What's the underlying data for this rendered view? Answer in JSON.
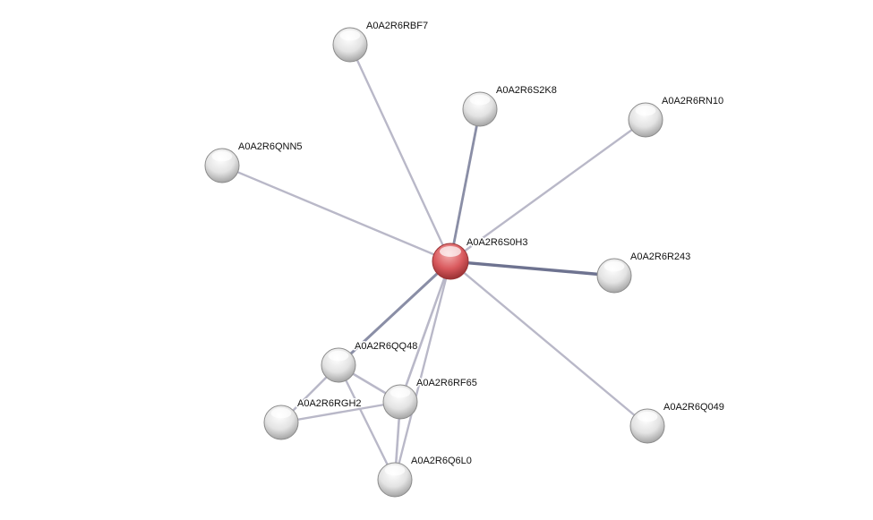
{
  "network": {
    "center_node": "A0A2R6S0H3",
    "nodes": [
      {
        "id": "A0A2R6S0H3",
        "label": "A0A2R6S0H3",
        "color": "#d9595d",
        "query": true
      },
      {
        "id": "A0A2R6RBF7",
        "label": "A0A2R6RBF7",
        "color": "#e6e6e6"
      },
      {
        "id": "A0A2R6S2K8",
        "label": "A0A2R6S2K8",
        "color": "#e6e6e6"
      },
      {
        "id": "A0A2R6RN10",
        "label": "A0A2R6RN10",
        "color": "#e6e6e6"
      },
      {
        "id": "A0A2R6QNN5",
        "label": "A0A2R6QNN5",
        "color": "#e6e6e6"
      },
      {
        "id": "A0A2R6R243",
        "label": "A0A2R6R243",
        "color": "#e6e6e6"
      },
      {
        "id": "A0A2R6QQ48",
        "label": "A0A2R6QQ48",
        "color": "#e6e6e6"
      },
      {
        "id": "A0A2R6RF65",
        "label": "A0A2R6RF65",
        "color": "#e6e6e6"
      },
      {
        "id": "A0A2R6RGH2",
        "label": "A0A2R6RGH2",
        "color": "#e6e6e6"
      },
      {
        "id": "A0A2R6Q6L0",
        "label": "A0A2R6Q6L0",
        "color": "#e6e6e6"
      },
      {
        "id": "A0A2R6Q049",
        "label": "A0A2R6Q049",
        "color": "#e6e6e6"
      }
    ],
    "edges": [
      {
        "source": "A0A2R6S0H3",
        "target": "A0A2R6RBF7",
        "strength": 0.4
      },
      {
        "source": "A0A2R6S0H3",
        "target": "A0A2R6S2K8",
        "strength": 0.6
      },
      {
        "source": "A0A2R6S0H3",
        "target": "A0A2R6RN10",
        "strength": 0.4
      },
      {
        "source": "A0A2R6S0H3",
        "target": "A0A2R6QNN5",
        "strength": 0.4
      },
      {
        "source": "A0A2R6S0H3",
        "target": "A0A2R6R243",
        "strength": 0.9
      },
      {
        "source": "A0A2R6S0H3",
        "target": "A0A2R6QQ48",
        "strength": 0.7
      },
      {
        "source": "A0A2R6S0H3",
        "target": "A0A2R6RF65",
        "strength": 0.5
      },
      {
        "source": "A0A2R6S0H3",
        "target": "A0A2R6Q6L0",
        "strength": 0.4
      },
      {
        "source": "A0A2R6S0H3",
        "target": "A0A2R6Q049",
        "strength": 0.4
      },
      {
        "source": "A0A2R6QQ48",
        "target": "A0A2R6RF65",
        "strength": 0.5
      },
      {
        "source": "A0A2R6QQ48",
        "target": "A0A2R6RGH2",
        "strength": 0.5
      },
      {
        "source": "A0A2R6QQ48",
        "target": "A0A2R6Q6L0",
        "strength": 0.4
      },
      {
        "source": "A0A2R6RGH2",
        "target": "A0A2R6RF65",
        "strength": 0.4
      },
      {
        "source": "A0A2R6RF65",
        "target": "A0A2R6Q6L0",
        "strength": 0.5
      }
    ]
  }
}
